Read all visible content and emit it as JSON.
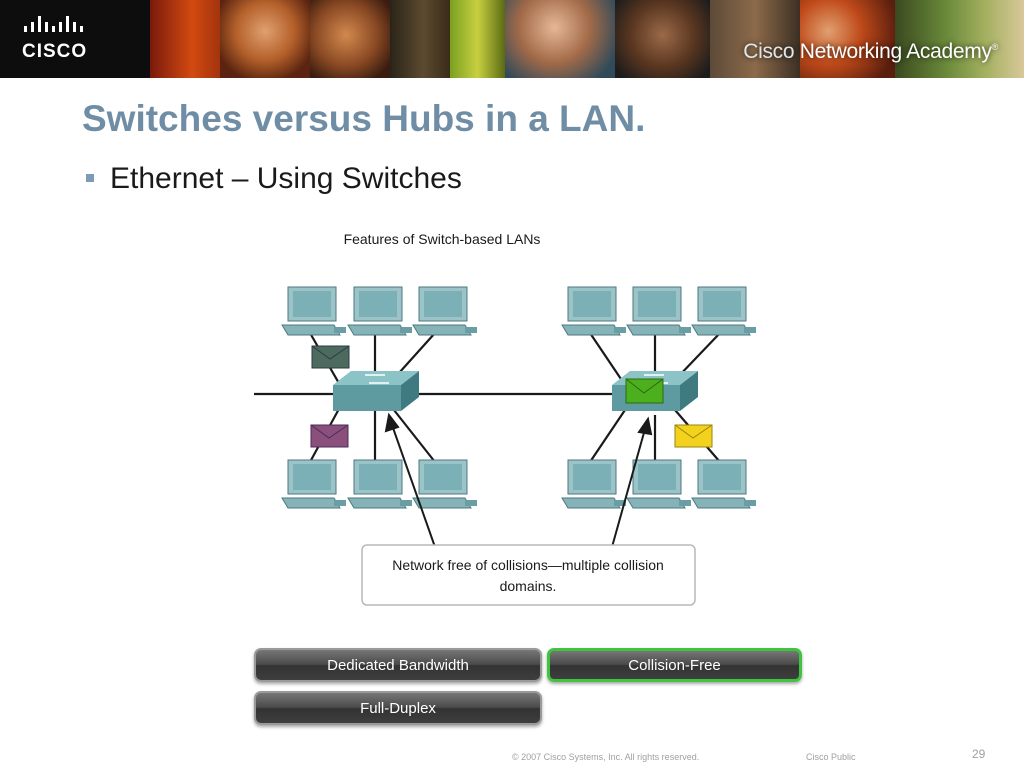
{
  "header": {
    "brand": "CISCO",
    "academy_first": "Cisco",
    "academy_rest": " Networking Academy",
    "trademark": "®"
  },
  "slide": {
    "title": "Switches versus Hubs in a LAN.",
    "bullet": "Ethernet – Using Switches"
  },
  "diagram": {
    "heading": "Features of Switch-based LANs",
    "callout_line1": "Network free of collisions—multiple collision",
    "callout_line2": "domains."
  },
  "features": [
    {
      "label": "Dedicated Bandwidth",
      "active": false
    },
    {
      "label": "Collision-Free",
      "active": true
    },
    {
      "label": "Full-Duplex",
      "active": false
    }
  ],
  "colors": {
    "title": "#6f8ea6",
    "switch": "#5e9ba0",
    "computer": "#86b3b8",
    "active_border": "#3ec43e",
    "envelope_green": "#4caf1e",
    "envelope_yellow": "#f2d21c",
    "envelope_purple": "#8a4f7d",
    "envelope_teal": "#4c6a5d"
  },
  "footer": {
    "copyright": "© 2007 Cisco Systems, Inc. All rights reserved.",
    "classification": "Cisco Public",
    "page": "29"
  }
}
